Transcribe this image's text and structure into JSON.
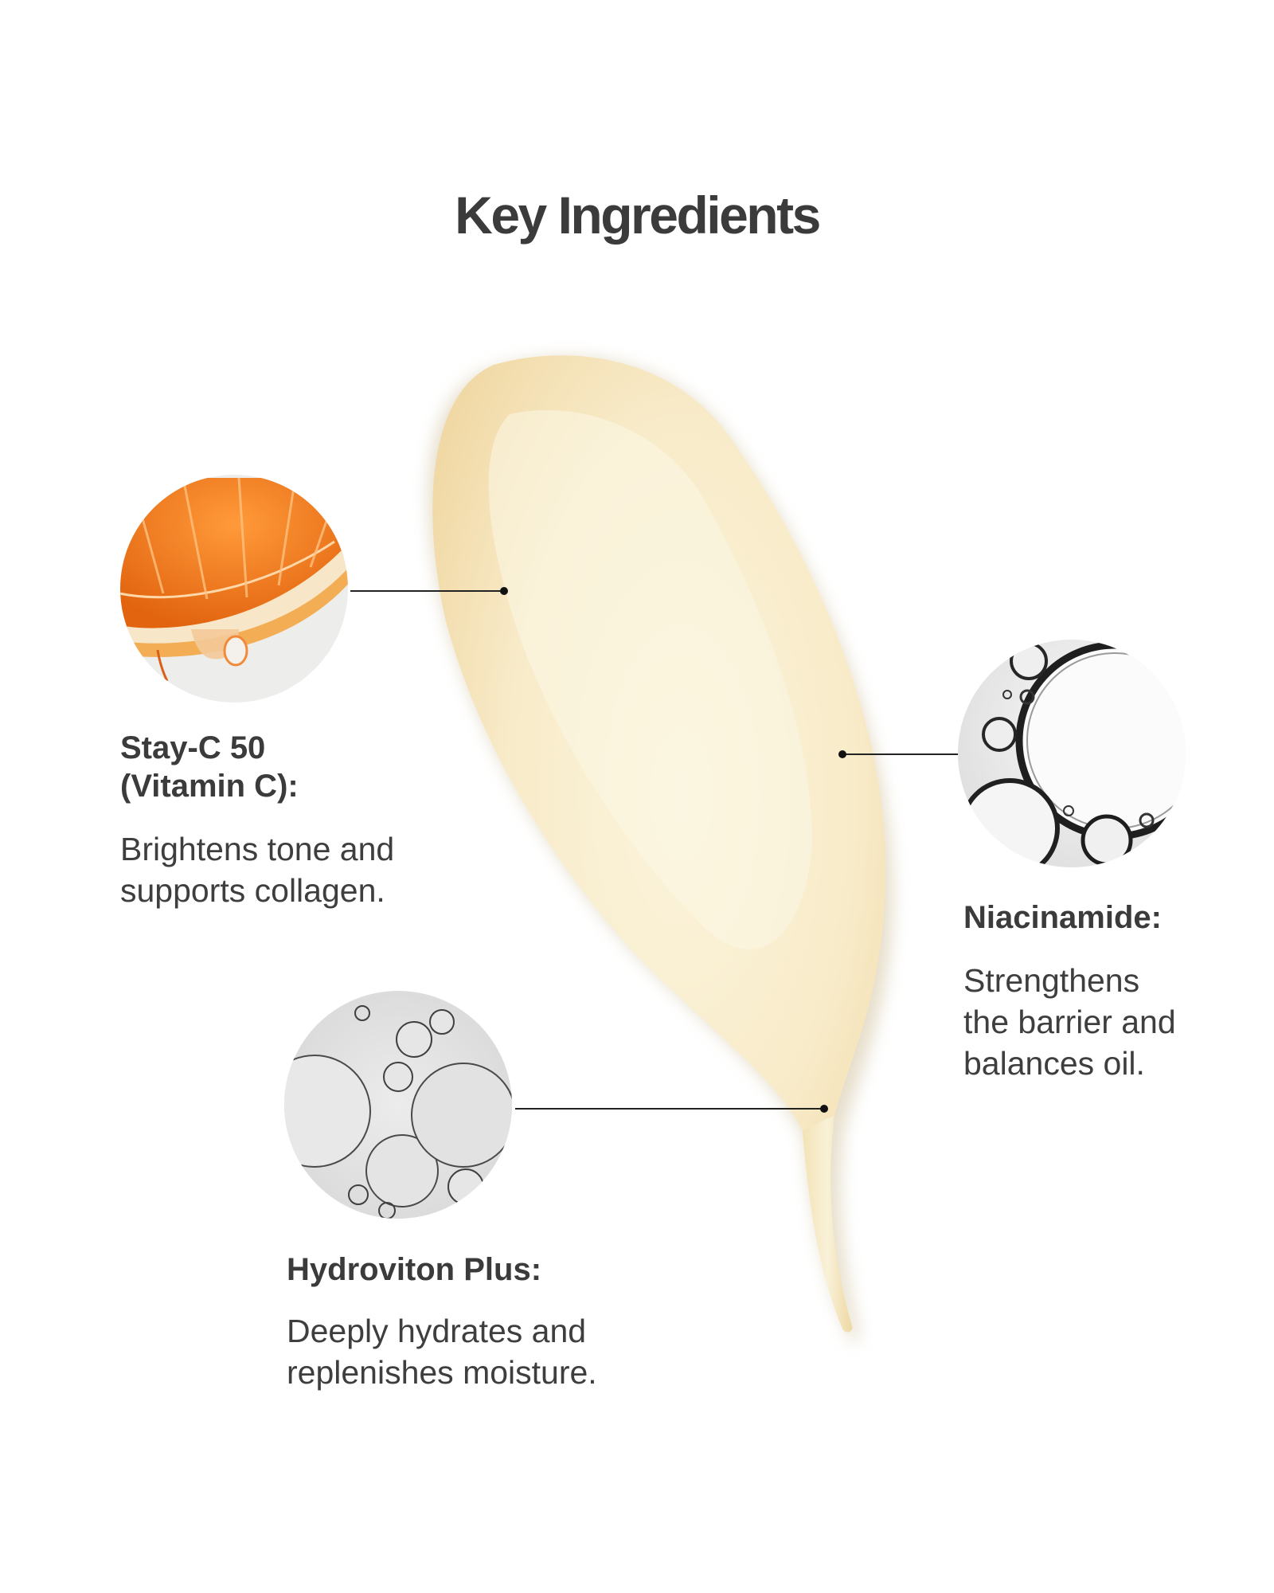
{
  "page": {
    "title": "Key Ingredients"
  },
  "ingredients": [
    {
      "name_line1": "Stay-C 50",
      "name_line2": "(Vitamin C):",
      "desc_line1": "Brightens tone and",
      "desc_line2": "supports collagen.",
      "image_icon": "orange-slice-icon"
    },
    {
      "name_line1": "Niacinamide:",
      "desc_line1": "Strengthens",
      "desc_line2": "the barrier and",
      "desc_line3": "balances oil.",
      "image_icon": "bubbles-icon"
    },
    {
      "name_line1": "Hydroviton Plus:",
      "desc_line1": "Deeply hydrates and",
      "desc_line2": "replenishes moisture.",
      "image_icon": "bubbles-icon"
    }
  ],
  "colors": {
    "cream": "#f6e6bf",
    "cream_edge": "#f0d79f",
    "orange": "#f07a1e",
    "text_dark": "#3b3b3b",
    "line": "#222222"
  }
}
